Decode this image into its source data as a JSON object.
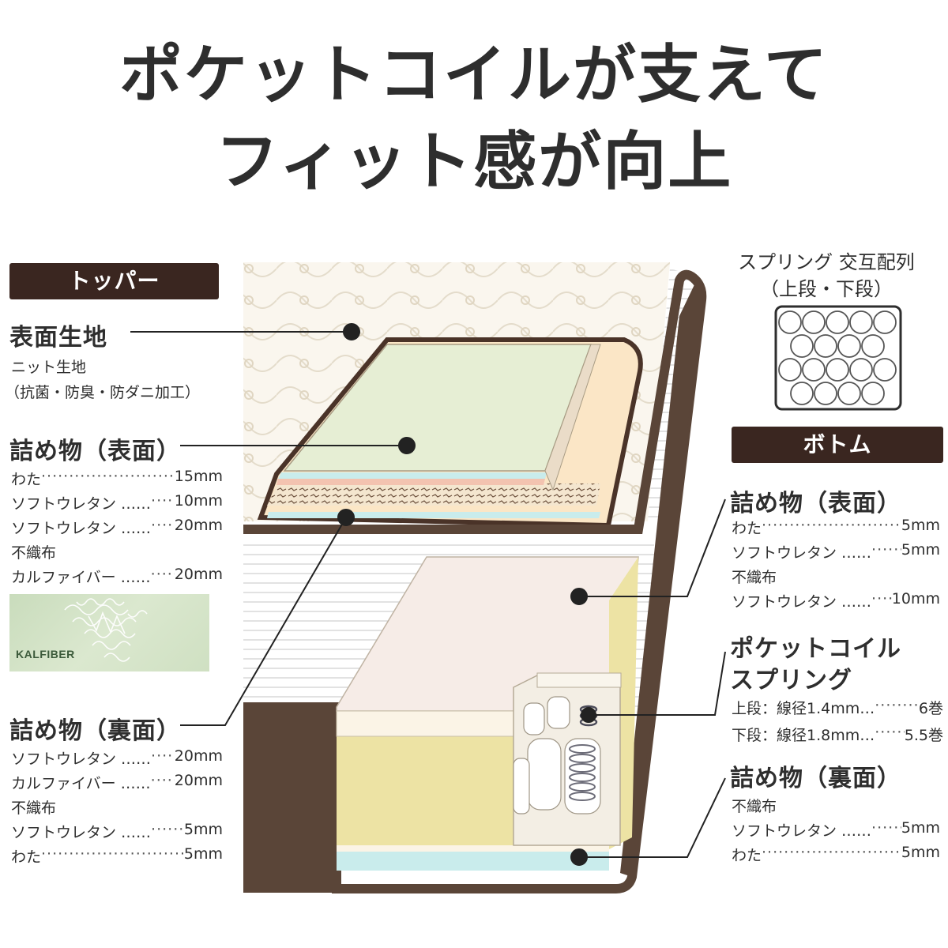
{
  "headline": {
    "line1": "ポケットコイルが支えて",
    "line2": "フィット感が向上"
  },
  "topper": {
    "tag": "トッパー",
    "surface_fabric": {
      "heading": "表面生地",
      "line1": "ニット生地",
      "line2": "（抗菌・防臭・防ダニ加工）"
    },
    "filling_top": {
      "heading": "詰め物（表面）",
      "items": [
        {
          "label": "わた",
          "value": "15mm"
        },
        {
          "label": "ソフトウレタン ……",
          "value": "10mm"
        },
        {
          "label": "ソフトウレタン ……",
          "value": "20mm"
        },
        {
          "label": "不織布",
          "value": ""
        },
        {
          "label": "カルファイバー ……",
          "value": "20mm"
        }
      ]
    },
    "kalfiber_logo": "KALFIBER",
    "filling_back": {
      "heading": "詰め物（裏面）",
      "items": [
        {
          "label": "ソフトウレタン ……",
          "value": "20mm"
        },
        {
          "label": "カルファイバー ……",
          "value": "20mm"
        },
        {
          "label": "不織布",
          "value": ""
        },
        {
          "label": "ソフトウレタン ……",
          "value": "5mm"
        },
        {
          "label": "わた",
          "value": "5mm"
        }
      ]
    }
  },
  "spring_arrangement": {
    "title1": "スプリング 交互配列",
    "title2": "（上段・下段）",
    "rows": [
      5,
      4,
      5,
      4
    ]
  },
  "bottom": {
    "tag": "ボトム",
    "filling_top": {
      "heading": "詰め物（表面）",
      "items": [
        {
          "label": "わた",
          "value": "5mm"
        },
        {
          "label": "ソフトウレタン ……",
          "value": "5mm"
        },
        {
          "label": "不織布",
          "value": ""
        },
        {
          "label": "ソフトウレタン ……",
          "value": "10mm"
        }
      ]
    },
    "pocket_coil": {
      "heading1": "ポケットコイル",
      "heading2": "スプリング",
      "items": [
        {
          "label": "上段：線径1.4mm…",
          "value": "6巻"
        },
        {
          "label": "下段：線径1.8mm…",
          "value": "5.5巻"
        }
      ]
    },
    "filling_back": {
      "heading": "詰め物（裏面）",
      "items": [
        {
          "label": "不織布",
          "value": ""
        },
        {
          "label": "ソフトウレタン ……",
          "value": "5mm"
        },
        {
          "label": "わた",
          "value": "5mm"
        }
      ]
    }
  },
  "colors": {
    "frame": "#5a4538",
    "tag_bg": "#3a2620",
    "layer_green": "#e6eed4",
    "layer_peach": "#fbe6c6",
    "layer_pink": "#f6ece7",
    "layer_yellow": "#ede3a4",
    "layer_blue": "#c9ecec"
  }
}
